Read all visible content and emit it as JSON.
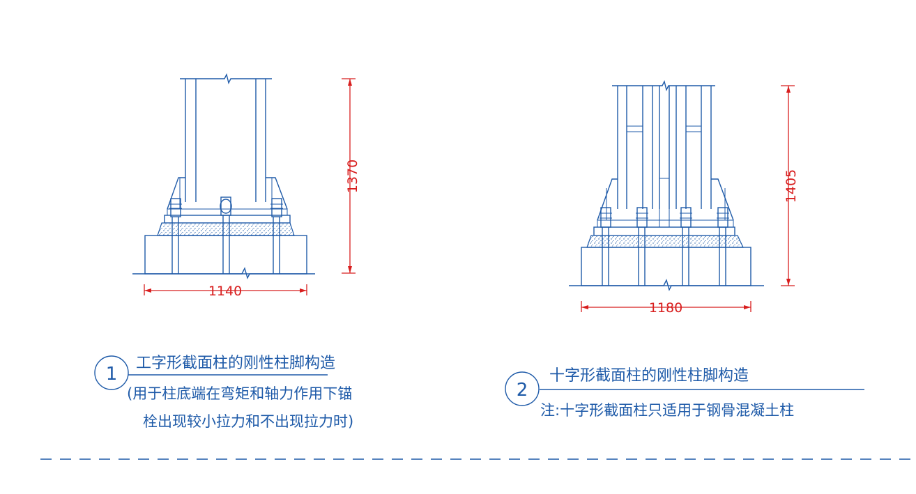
{
  "detail1": {
    "number": "1",
    "title": "工字形截面柱的刚性柱脚构造",
    "note_line1": "(用于柱底端在弯矩和轴力作用下锚",
    "note_line2": "栓出现较小拉力和不出现拉力时)",
    "dim_height": "1370",
    "dim_width": "1140"
  },
  "detail2": {
    "number": "2",
    "title": "十字形截面柱的刚性柱脚构造",
    "note": "注:十字形截面柱只适用于钢骨混凝土柱",
    "dim_height": "1405",
    "dim_width": "1180"
  },
  "colors": {
    "line": "#1e5aa8",
    "dimension": "#d81e1e",
    "divider": "#1e5aa8"
  }
}
